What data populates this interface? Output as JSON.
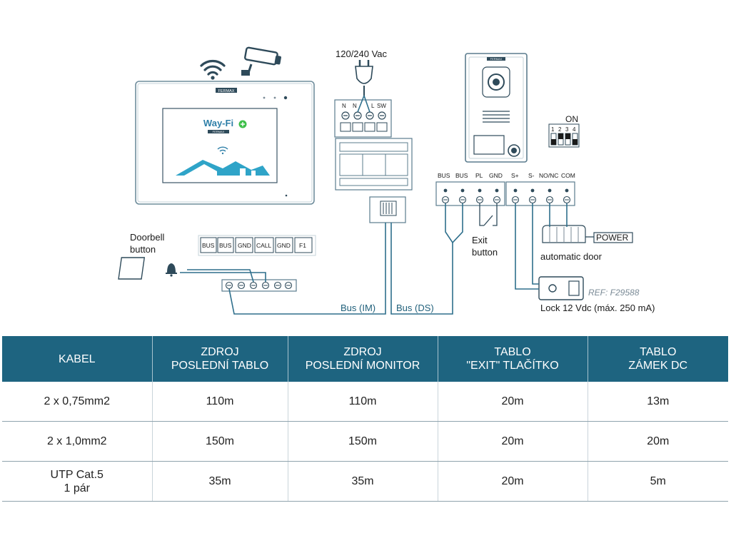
{
  "diagram": {
    "supply_label": "120/240 Vac",
    "psu_terminals": [
      "N",
      "N",
      "L",
      "SW"
    ],
    "monitor_brand": "FERMAX",
    "screen_app_name": "Way-Fi",
    "screen_brand": "FERMAX",
    "panel_brand": "FERMAX",
    "dip_switch": {
      "title": "ON",
      "numbers": [
        "1",
        "2",
        "3",
        "4"
      ]
    },
    "panel_terminals_left": [
      "BUS",
      "BUS",
      "PL",
      "GND"
    ],
    "panel_terminals_right": [
      "S+",
      "S-",
      "NO/NC",
      "COM"
    ],
    "monitor_terminals": [
      "BUS",
      "BUS",
      "GND",
      "CALL",
      "GND",
      "F1"
    ],
    "doorbell_label_1": "Doorbell",
    "doorbell_label_2": "button",
    "exit_label_1": "Exit",
    "exit_label_2": "button",
    "automatic_door_label": "automatic door",
    "power_label": "POWER",
    "ref_label": "REF: F29588",
    "lock_label": "Lock 12 Vdc (máx. 250 mA)",
    "bus_im_label": "Bus (IM)",
    "bus_ds_label": "Bus (DS)",
    "icons": [
      "wifi-icon",
      "cctv-camera-icon",
      "bell-icon",
      "house-icon",
      "plug-icon",
      "camera-lens-icon"
    ],
    "colors": {
      "wire": "#2e6f8c",
      "accent": "#1e6480",
      "screen_house": "#2fa4c8",
      "app_plus": "#3fbf4a"
    }
  },
  "table": {
    "headers": [
      {
        "line1": "KABEL",
        "line2": ""
      },
      {
        "line1": "ZDROJ",
        "line2": "POSLEDNÍ TABLO"
      },
      {
        "line1": "ZDROJ",
        "line2": "POSLEDNÍ MONITOR"
      },
      {
        "line1": "TABLO",
        "line2": "\"EXIT\" TLAČÍTKO"
      },
      {
        "line1": "TABLO",
        "line2": "ZÁMEK DC"
      }
    ],
    "rows": [
      {
        "cable_1": "2 x 0,75mm2",
        "cable_2": "",
        "cells": [
          "110m",
          "110m",
          "20m",
          "13m"
        ]
      },
      {
        "cable_1": "2 x 1,0mm2",
        "cable_2": "",
        "cells": [
          "150m",
          "150m",
          "20m",
          "20m"
        ]
      },
      {
        "cable_1": "UTP Cat.5",
        "cable_2": "1 pár",
        "cells": [
          "35m",
          "35m",
          "20m",
          "5m"
        ]
      }
    ],
    "header_color": "#1e6480"
  }
}
